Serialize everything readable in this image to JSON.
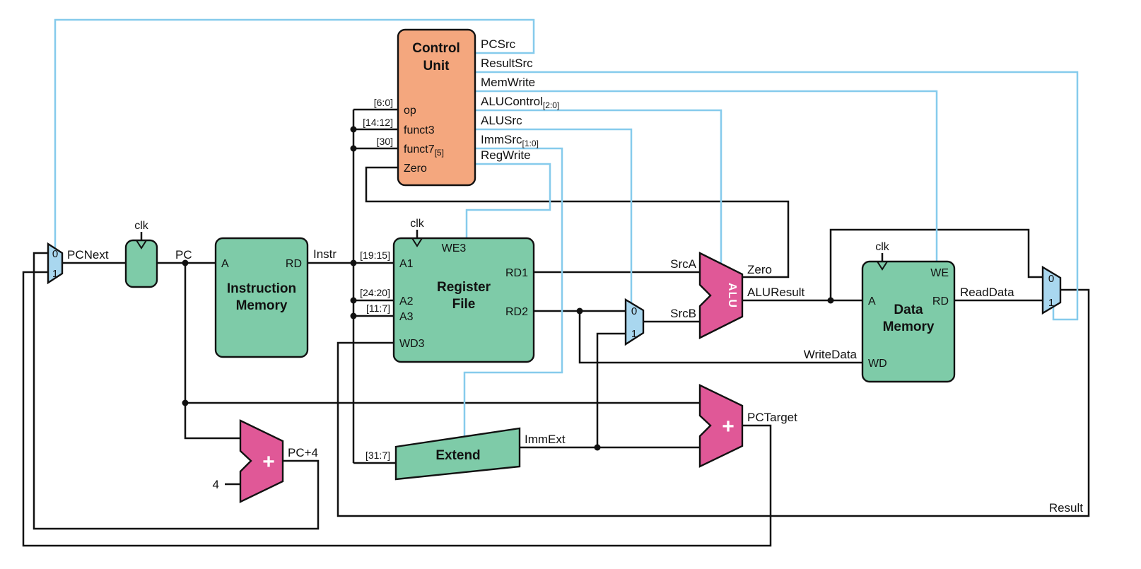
{
  "colors": {
    "background": "#ffffff",
    "memory_green": "#7ecba8",
    "control_orange": "#f4a77e",
    "alu_pink": "#e05897",
    "mux_blue": "#a9d7ef",
    "wire_black": "#111111",
    "control_wire_blue": "#86cbec"
  },
  "control_unit": {
    "title": [
      "Control",
      "Unit"
    ],
    "inputs": [
      {
        "label": "op",
        "sub": ""
      },
      {
        "label": "funct3",
        "sub": ""
      },
      {
        "label": "funct7",
        "sub": "[5]"
      },
      {
        "label": "Zero",
        "sub": ""
      }
    ],
    "outputs": [
      {
        "label": "PCSrc",
        "sub": ""
      },
      {
        "label": "ResultSrc",
        "sub": ""
      },
      {
        "label": "MemWrite",
        "sub": ""
      },
      {
        "label": "ALUControl",
        "sub": "[2:0]"
      },
      {
        "label": "ALUSrc",
        "sub": ""
      },
      {
        "label": "ImmSrc",
        "sub": "[1:0]"
      },
      {
        "label": "RegWrite",
        "sub": ""
      }
    ]
  },
  "instruction_memory": {
    "title": [
      "Instruction",
      "Memory"
    ],
    "ports": {
      "a": "A",
      "rd": "RD"
    }
  },
  "register_file": {
    "title": [
      "Register",
      "File"
    ],
    "ports": {
      "a1": "A1",
      "a2": "A2",
      "a3": "A3",
      "wd3": "WD3",
      "we3": "WE3",
      "rd1": "RD1",
      "rd2": "RD2"
    }
  },
  "data_memory": {
    "title": [
      "Data",
      "Memory"
    ],
    "ports": {
      "a": "A",
      "wd": "WD",
      "we": "WE",
      "rd": "RD"
    }
  },
  "extend_unit": {
    "title": "Extend"
  },
  "labels": {
    "clk": "clk",
    "alu": "ALU",
    "plus": "+"
  },
  "mux": {
    "zero": "0",
    "one": "1"
  },
  "signals": {
    "pcnext": "PCNext",
    "pc": "PC",
    "instr": "Instr",
    "srca": "SrcA",
    "srcb": "SrcB",
    "zero": "Zero",
    "aluresult": "ALUResult",
    "readdata": "ReadData",
    "writedata": "WriteData",
    "immext": "ImmExt",
    "pctarget": "PCTarget",
    "pcplus4": "PC+4",
    "result": "Result",
    "four": "4"
  },
  "bit_ranges": {
    "op": "[6:0]",
    "funct3": "[14:12]",
    "funct7": "[30]",
    "rs1": "[19:15]",
    "rs2": "[24:20]",
    "rd": "[11:7]",
    "imm": "[31:7]"
  }
}
